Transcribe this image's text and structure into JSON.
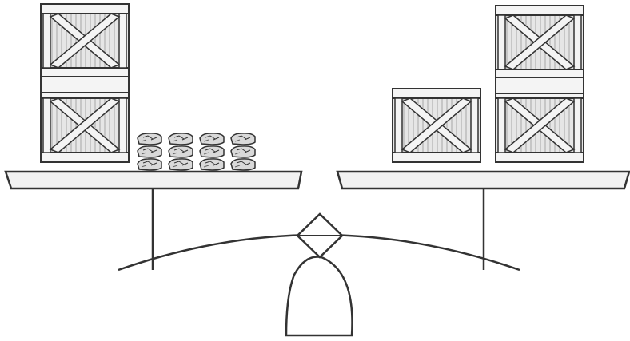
{
  "colors": {
    "stroke": "#333333",
    "crate_fill": "#e6e6e6",
    "crate_light": "#f4f4f4",
    "crate_grain": "#a6a6a6",
    "pan_fill": "#f2f2f2",
    "background": "#ffffff"
  },
  "left_pan": {
    "crates": 2,
    "weights": {
      "stacks": 4,
      "per_stack": 3
    }
  },
  "right_pan": {
    "crates": [
      1,
      2
    ]
  }
}
